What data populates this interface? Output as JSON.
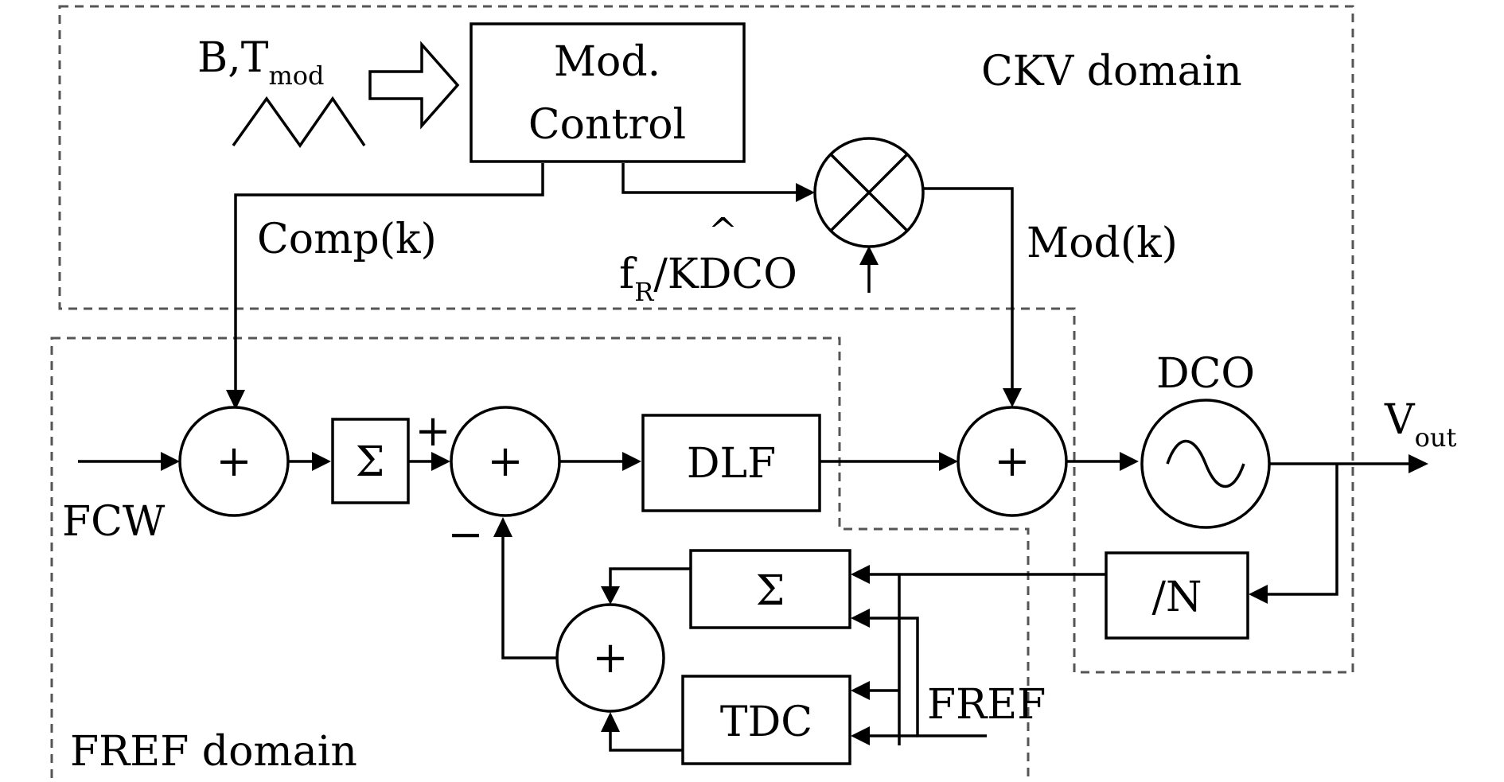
{
  "domains": {
    "ckv": "CKV domain",
    "fref": "FREF domain"
  },
  "inputs": {
    "modulation_params": "B,T",
    "modulation_params_sub": "mod",
    "fcw": "FCW",
    "fref": "FREF"
  },
  "blocks": {
    "mod_control_line1": "Mod.",
    "mod_control_line2": "Control",
    "accumulator_main": "Σ",
    "accumulator_feedback": "Σ",
    "dlf": "DLF",
    "dco": "DCO",
    "divider": "/N",
    "tdc": "TDC"
  },
  "signals": {
    "comp": "Comp(k)",
    "mod": "Mod(k)",
    "gain_f": "f",
    "gain_sub": "R",
    "gain_rest": "/KDCO",
    "gain_hat": "^",
    "output": "V",
    "output_sub": "out"
  },
  "symbols": {
    "plus_sign": "+",
    "minus_sign": "−",
    "sum_symbol": "+"
  },
  "icons": [
    "triangle-wave-icon",
    "hollow-arrow-icon",
    "multiplier-icon",
    "sine-wave-icon"
  ]
}
